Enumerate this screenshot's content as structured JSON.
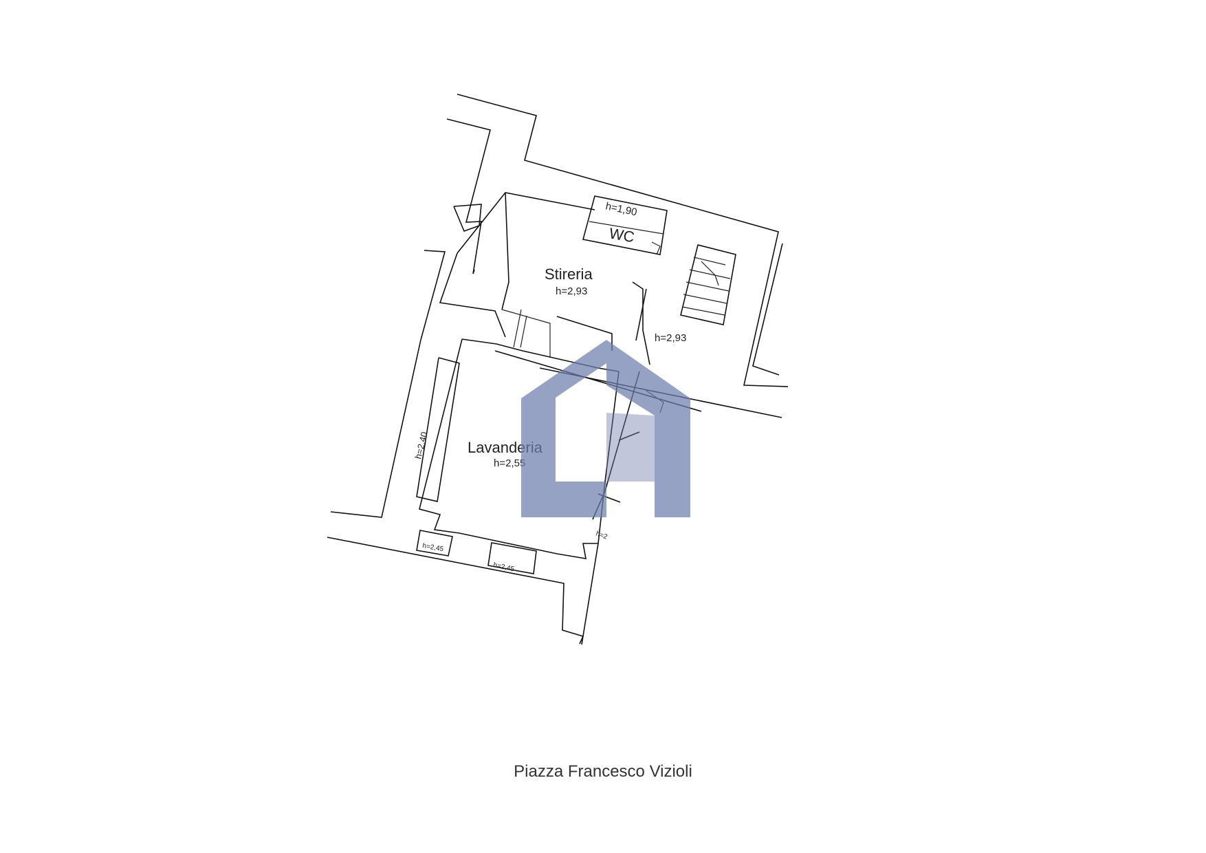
{
  "plan": {
    "rooms": [
      {
        "id": "stireria",
        "name": "Stireria",
        "height": "h=2,93"
      },
      {
        "id": "lavanderia",
        "name": "Lavanderia",
        "height": "h=2,55"
      },
      {
        "id": "wc",
        "name": "WC",
        "height": "h=1,90"
      }
    ],
    "stair_area_height": "h=2,93",
    "wall_height_label": "h=2,40",
    "window_labels": [
      "h=2,45",
      "h=2,45"
    ],
    "small_labels": [
      "h=2"
    ]
  },
  "watermark": {
    "icon": "house-logo-icon",
    "color": "#6e7fae"
  },
  "caption": "Piazza Francesco Vizioli"
}
